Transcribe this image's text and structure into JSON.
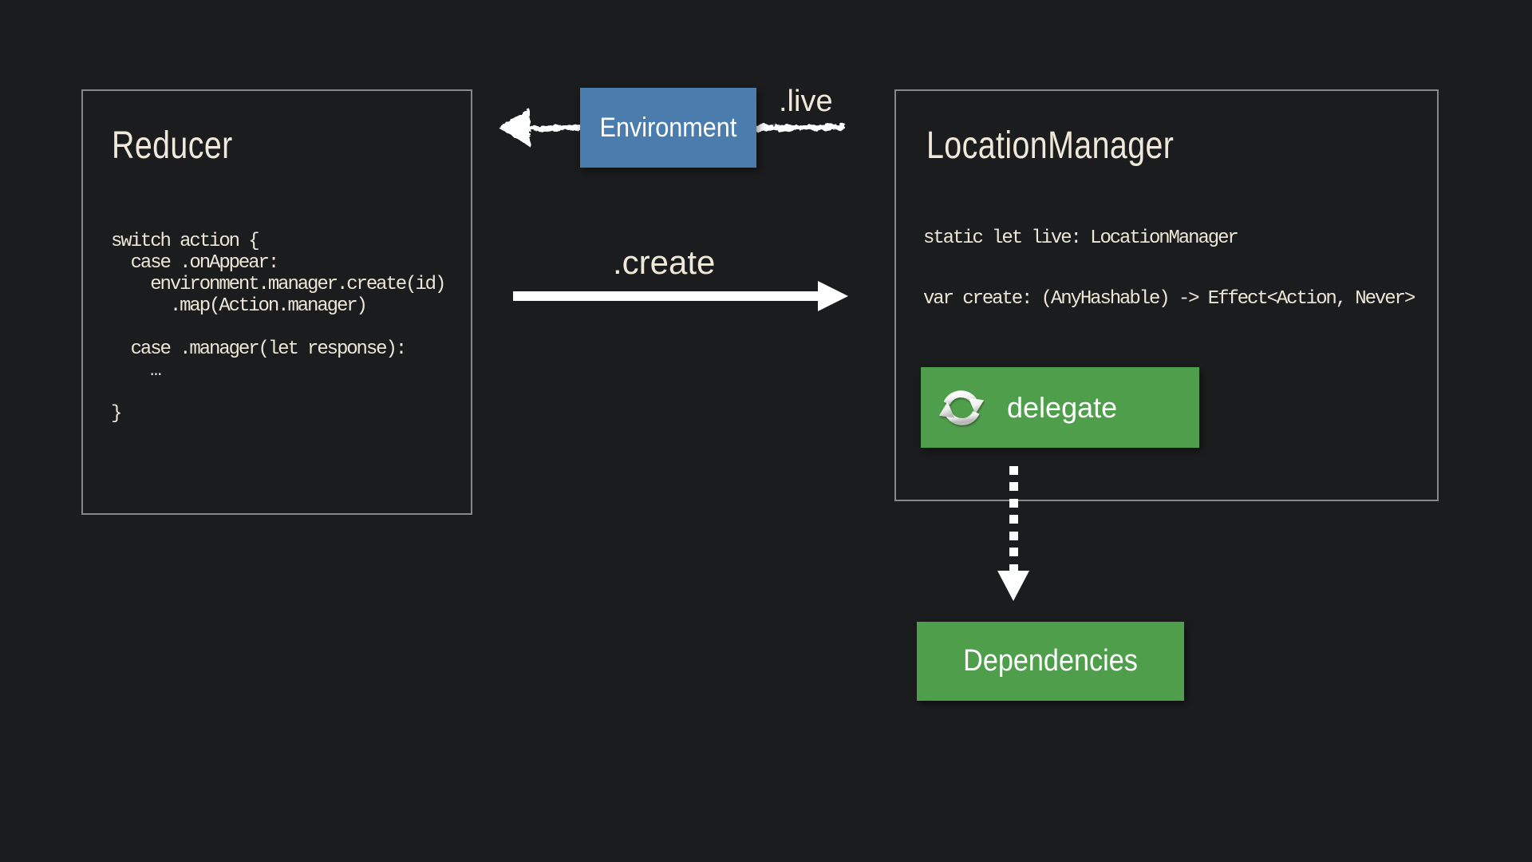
{
  "slide": {
    "background_color": "#1b1c1e",
    "colors": {
      "panel_border": "#85878b",
      "cream_text": "#efe8d8",
      "white_text": "#ffffff",
      "green_box": "#4f9e4b",
      "blue_box": "#4a7cad",
      "arrow_white": "#ffffff"
    },
    "reducer": {
      "title": "Reducer",
      "code": [
        "switch action {",
        "  case .onAppear:",
        "    environment.manager.create(id)",
        "      .map(Action.manager)",
        "",
        "  case .manager(let response):",
        "    …",
        "",
        "}"
      ]
    },
    "location_manager": {
      "title": "LocationManager",
      "code_line_1": "static let live: LocationManager",
      "code_line_2": "var create: (AnyHashable) -> Effect<Action, Never>",
      "delegate_button": {
        "label": "delegate",
        "icon": "refresh-icon"
      }
    },
    "environment": {
      "label": "Environment"
    },
    "dependencies": {
      "label": "Dependencies"
    },
    "edge_labels": {
      "live": ".live",
      "create": ".create"
    }
  }
}
